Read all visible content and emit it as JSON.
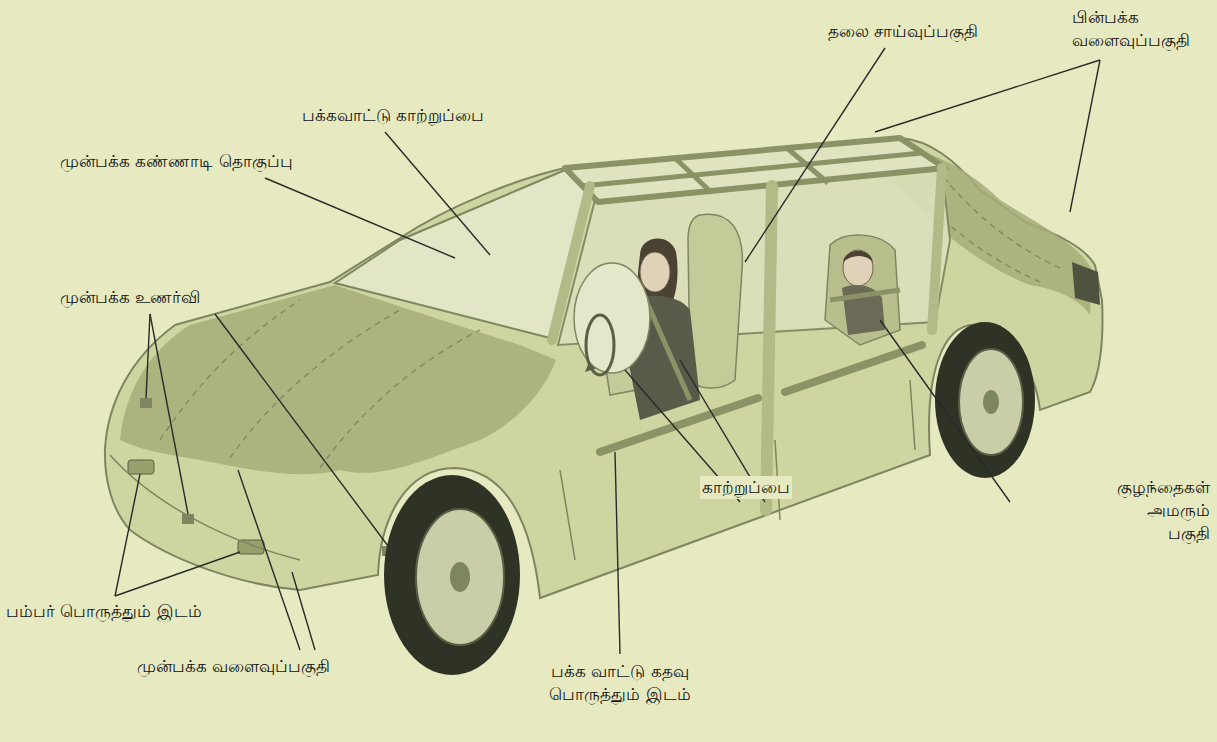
{
  "diagram": {
    "labels": [
      "பின்பக்க வளைவுப்பகுதி",
      "தலை சாய்வுப்பகுதி",
      "பக்கவாட்டு காற்றுப்பை",
      "முன்பக்க கண்ணாடி தொகுப்பு",
      "முன்பக்க உணர்வி",
      "காற்றுப்பை",
      "குழந்தைகள் அமரும் பகுதி",
      "பம்பர் பொருத்தும் இடம்",
      "முன்பக்க வளைவுப்பகுதி",
      "பக்க வாட்டு கதவு பொருத்தும் இடம்"
    ]
  }
}
